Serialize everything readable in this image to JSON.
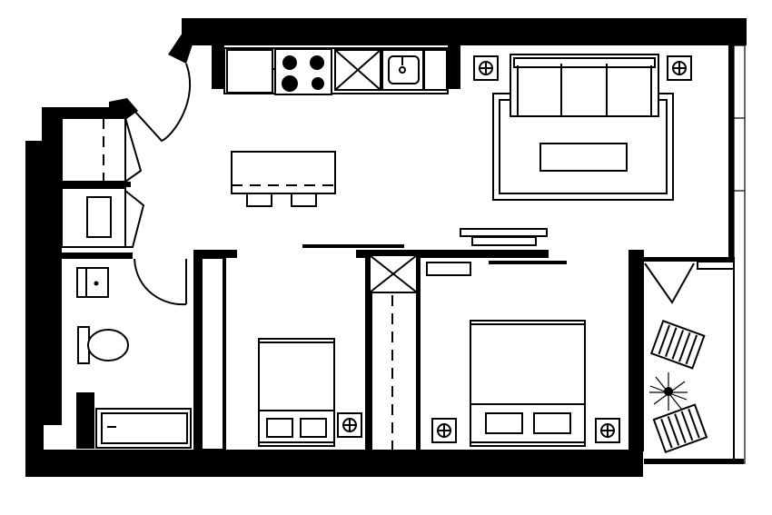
{
  "plan": {
    "colors": {
      "wall": "#000000",
      "background": "#ffffff"
    },
    "rooms": [
      "kitchen",
      "living-room",
      "bathroom",
      "bedroom-small",
      "bedroom-main",
      "closet",
      "balcony"
    ],
    "icons": [
      "stove-icon",
      "sink-icon",
      "lamp-icon",
      "sofa-icon",
      "bed-icon",
      "toilet-icon",
      "bathtub-icon",
      "chair-icon",
      "plant-icon",
      "washer-icon",
      "dryer-icon"
    ]
  }
}
